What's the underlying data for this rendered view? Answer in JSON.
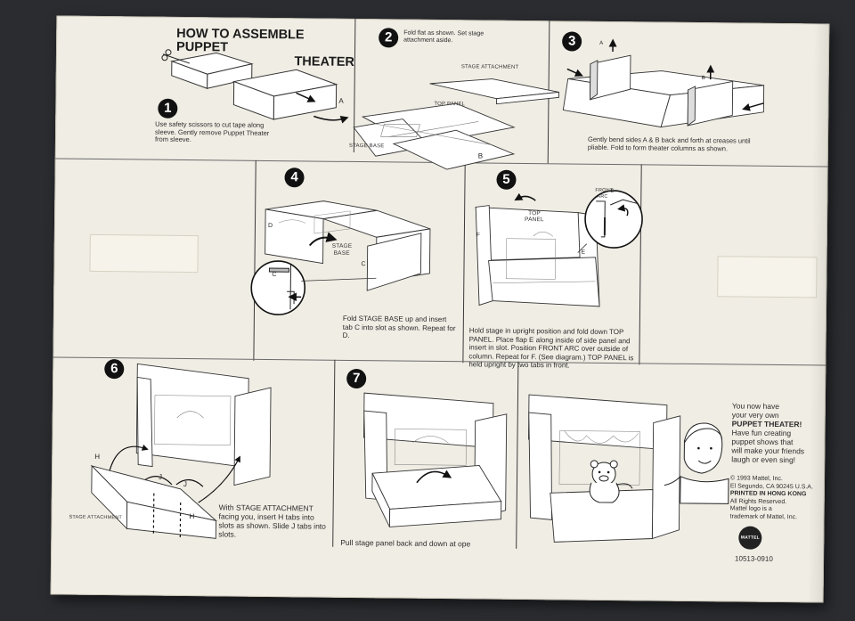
{
  "title": {
    "line1": "HOW TO ASSEMBLE PUPPET",
    "line2": "THEATER"
  },
  "steps": [
    {
      "number": "1",
      "text": "Use safety scissors to cut tape along sleeve. Gently remove Puppet Theater from sleeve."
    },
    {
      "number": "2",
      "text": "Fold flat as shown. Set stage attachment aside."
    },
    {
      "number": "3",
      "text": "Gently bend sides A & B back and forth at creases until pliable. Fold to form theater columns as shown."
    },
    {
      "number": "4",
      "text": "Fold STAGE BASE up and insert tab C into slot as shown. Repeat for D."
    },
    {
      "number": "5",
      "text": "Hold stage in upright position and fold down TOP PANEL. Place flap E along inside of side panel and insert in slot. Position FRONT ARC over outside of column. Repeat for F. (See diagram.) TOP PANEL is held upright by two tabs in front."
    },
    {
      "number": "6",
      "text": "With STAGE ATTACHMENT facing you, insert H tabs into slots as shown. Slide J tabs into slots."
    },
    {
      "number": "7",
      "text": "Pull stage panel back and down at ope"
    }
  ],
  "diagram_labels": {
    "stage_attachment": "STAGE ATTACHMENT",
    "top_panel_small": "TOP PANEL",
    "stage_base": "STAGE BASE",
    "a": "A",
    "b": "B",
    "c": "C",
    "d": "D",
    "e": "E",
    "f": "F",
    "h": "H",
    "j": "J",
    "stage_base_4_1": "STAGE",
    "stage_base_4_2": "BASE",
    "top_panel_5_1": "TOP",
    "top_panel_5_2": "PANEL",
    "front_arc_1": "FRONT",
    "front_arc_2": "ARC",
    "stage_attachment_6": "STAGE ATTACHMENT"
  },
  "closing": {
    "l1": "You now have",
    "l2": "your very own",
    "l3": "PUPPET THEATER!",
    "l4": "Have fun creating",
    "l5": "puppet shows that",
    "l6": "will make your friends",
    "l7": "laugh or even sing!"
  },
  "legal": {
    "l1": "© 1993 Mattel, Inc.",
    "l2": "El Segundo, CA 90245  U.S.A.",
    "l3": "PRINTED IN HONG KONG",
    "l4": "All Rights Reserved.",
    "l5": "Mattel logo is a",
    "l6": "trademark of Mattel, Inc.",
    "logo": "MATTEL",
    "code": "10513-0910"
  },
  "colors": {
    "board": "#f0ede4",
    "background": "#2a2c30",
    "ink": "#2b2b2b"
  }
}
